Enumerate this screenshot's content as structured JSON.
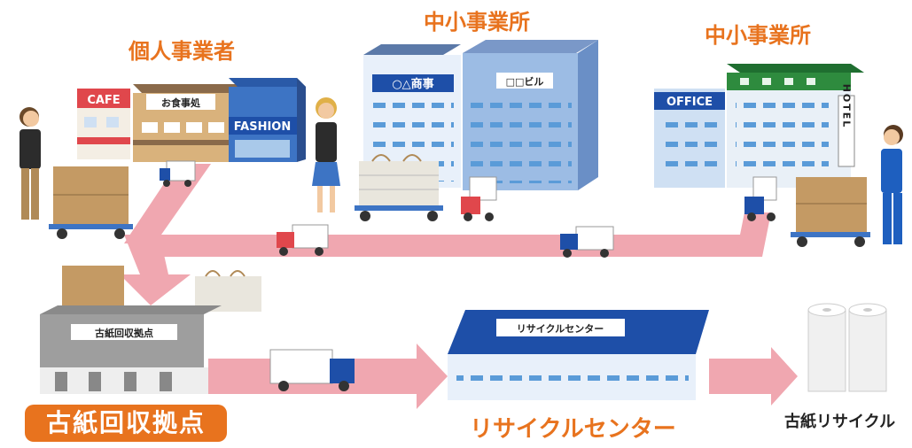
{
  "titles": {
    "sole_proprietor": "個人事業者",
    "small_business_center": "中小事業所",
    "small_business_right": "中小事業所"
  },
  "signs": {
    "cafe": "CAFE",
    "restaurant": "お食事処",
    "fashion": "FASHION",
    "trading_company": "○△商事",
    "building": "□□ビル",
    "office": "OFFICE",
    "hotel": "HOTEL",
    "collection_depot": "古紙回収拠点",
    "recycling_center": "リサイクルセンター"
  },
  "labels": {
    "collection_point": "古紙回収拠点",
    "recycling_center": "リサイクルセンター",
    "paper_recycling": "古紙リサイクル"
  },
  "colors": {
    "title_orange": "#e8731e",
    "flow_arrow": "#f0a7b0",
    "building_blue": "#cfe0f3",
    "roof_blue": "#1e4fa8",
    "hotel_green": "#2e8b3e"
  },
  "icons": [
    "cafe-building",
    "restaurant-building",
    "fashion-building",
    "office-building",
    "hotel-building",
    "truck-icon",
    "person-with-cart",
    "cardboard-boxes",
    "newspaper-bundles",
    "toilet-paper-rolls"
  ]
}
